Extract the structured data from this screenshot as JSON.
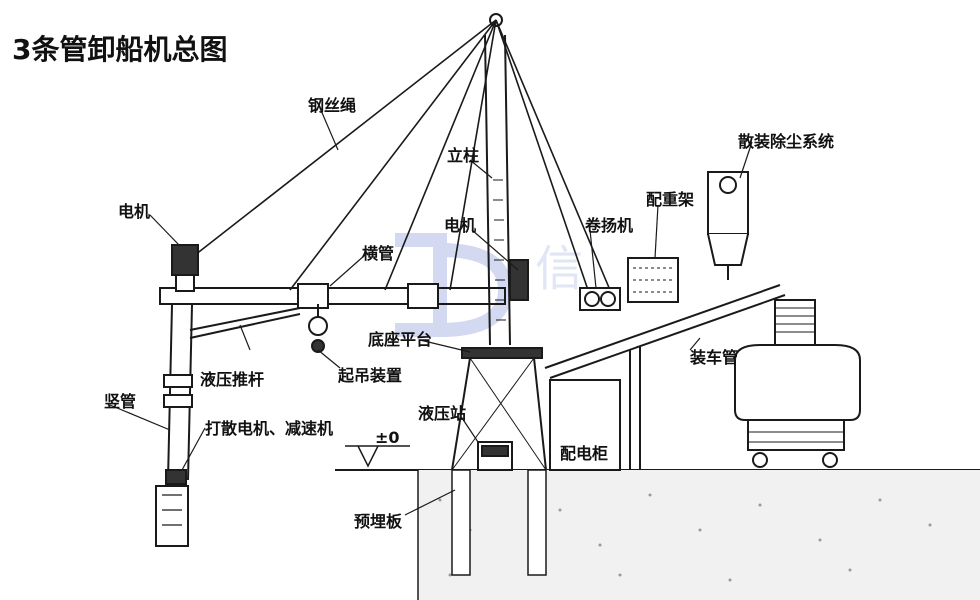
{
  "title": "3条管卸船机总图",
  "labels": {
    "wire_rope": "钢丝绳",
    "column": "立柱",
    "motor_left": "电机",
    "motor_right": "电机",
    "horizontal_pipe": "横管",
    "winch": "卷扬机",
    "counterweight": "配重架",
    "dust_removal": "散装除尘系统",
    "base_platform": "底座平台",
    "hoist_device": "起吊装置",
    "hydraulic_rod": "液压推杆",
    "vertical_pipe": "竖管",
    "scatter_motor": "打散电机、减速机",
    "hydraulic_station": "液压站",
    "distribution_cabinet": "配电柜",
    "loading_pipe": "装车管",
    "embedded_plate": "预埋板",
    "ground_level": "±0"
  },
  "watermark": "信",
  "colors": {
    "line": "#1a1a1a",
    "watermark": "#c9d3ee",
    "ground": "#e9e9e9"
  }
}
